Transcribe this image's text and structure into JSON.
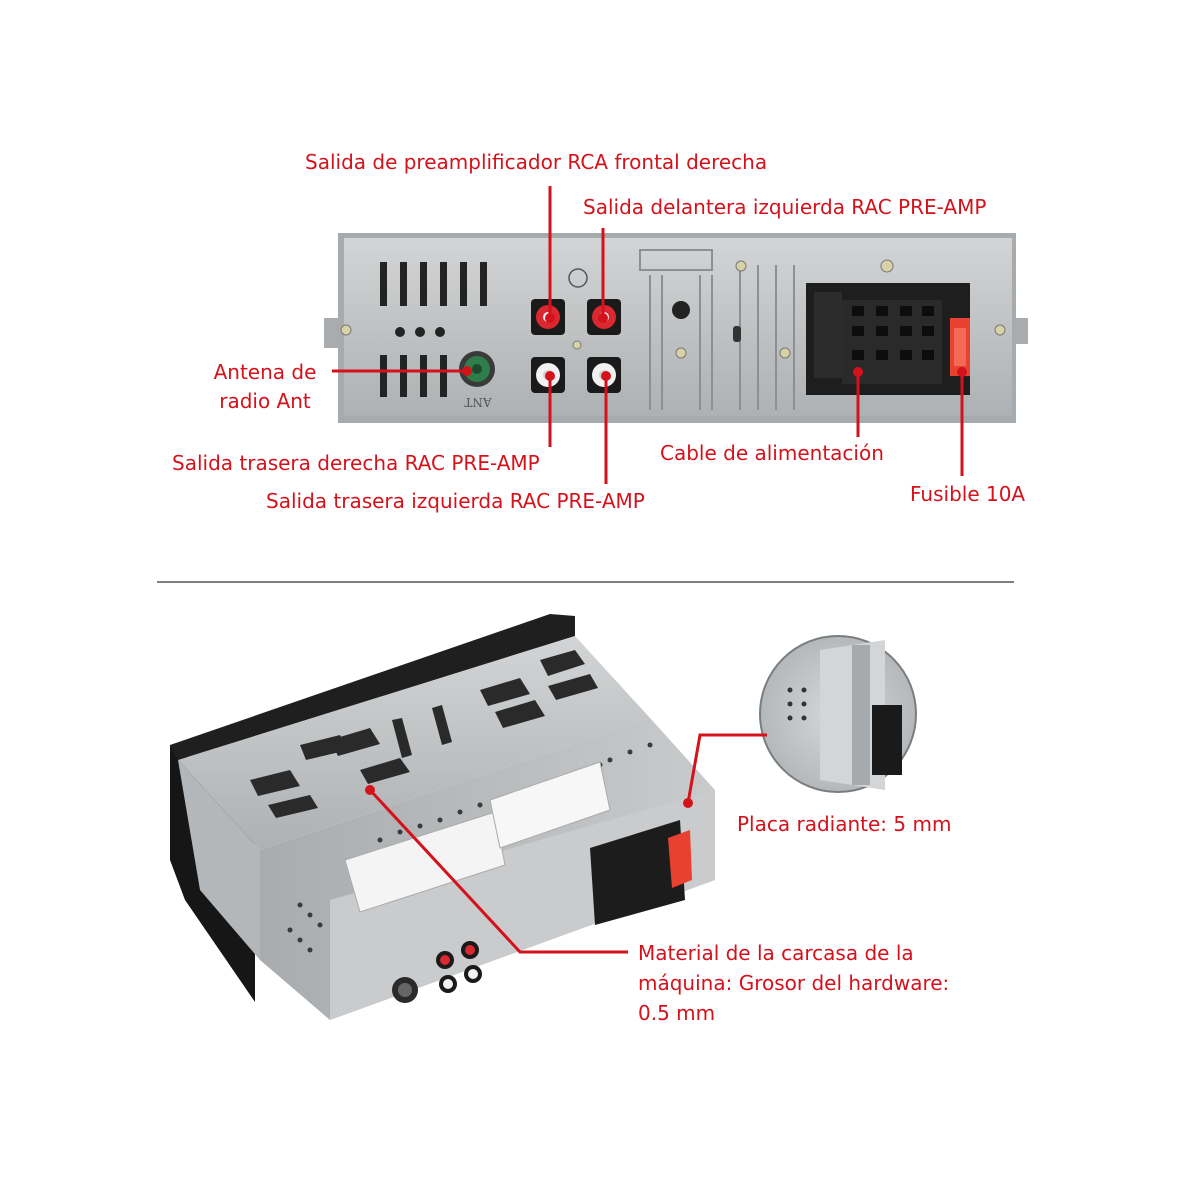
{
  "colors": {
    "label": "#d4121b",
    "panel": "#bfc2c3",
    "panel_dark": "#8d9092",
    "connector": "#1e1e1e",
    "rca_red": "#d9282f",
    "rca_white": "#f2f2f2",
    "fuse": "#e8412f",
    "antenna": "#2f7d4a"
  },
  "top_diagram": {
    "labels": {
      "front_right": "Salida de preamplificador RCA frontal derecha",
      "front_left": "Salida delantera izquierda RAC PRE-AMP",
      "antenna_line1": "Antena de",
      "antenna_line2": "radio Ant",
      "rear_right": "Salida trasera derecha RAC PRE-AMP",
      "rear_left": "Salida trasera izquierda RAC PRE-AMP",
      "power_cable": "Cable de alimentación",
      "fuse": "Fusible 10A"
    },
    "panel_print": {
      "ant": "ANT"
    }
  },
  "bottom_diagram": {
    "labels": {
      "radiator_plate": "Placa radiante: 5 mm",
      "housing_line1": "Material de la carcasa de la",
      "housing_line2": "máquina: Grosor del hardware:",
      "housing_line3": "0.5 mm"
    }
  }
}
